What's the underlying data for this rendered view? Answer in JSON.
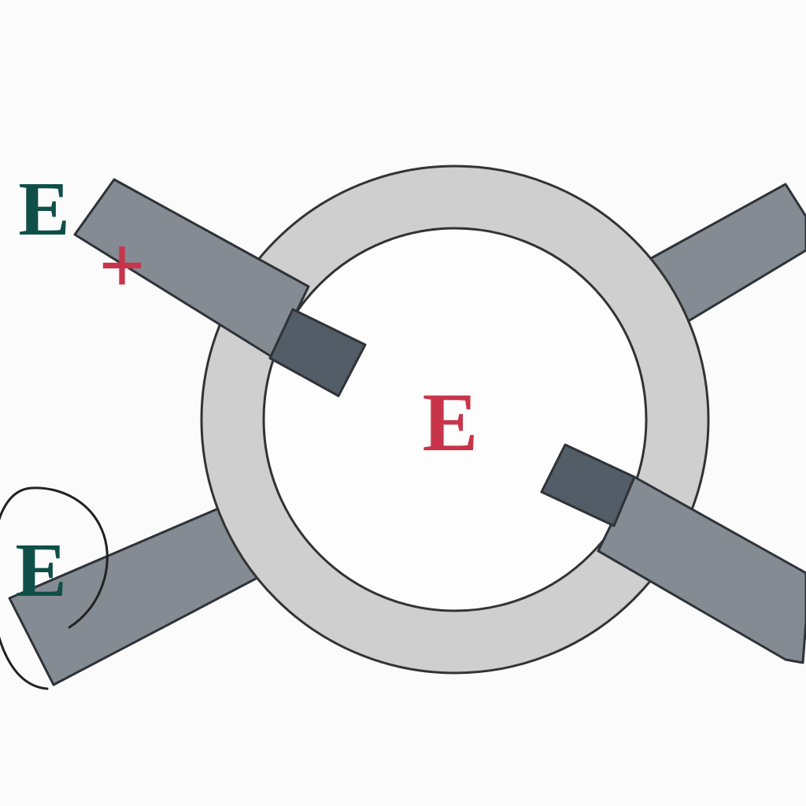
{
  "diagram": {
    "center_label": "E",
    "top_left_label": "E",
    "top_left_sign": "+",
    "bottom_left_label": "E"
  },
  "colors": {
    "background": "#fbfbfb",
    "ring_fill": "#cfcfcf",
    "ring_stroke": "#333333",
    "inner_fill": "#fdfdfd",
    "bar_fill": "#858b93",
    "bar_tip_fill": "#525d67",
    "bar_stroke": "#2f3338",
    "label_teal": "#0f4f48",
    "label_red": "#c8344a"
  }
}
